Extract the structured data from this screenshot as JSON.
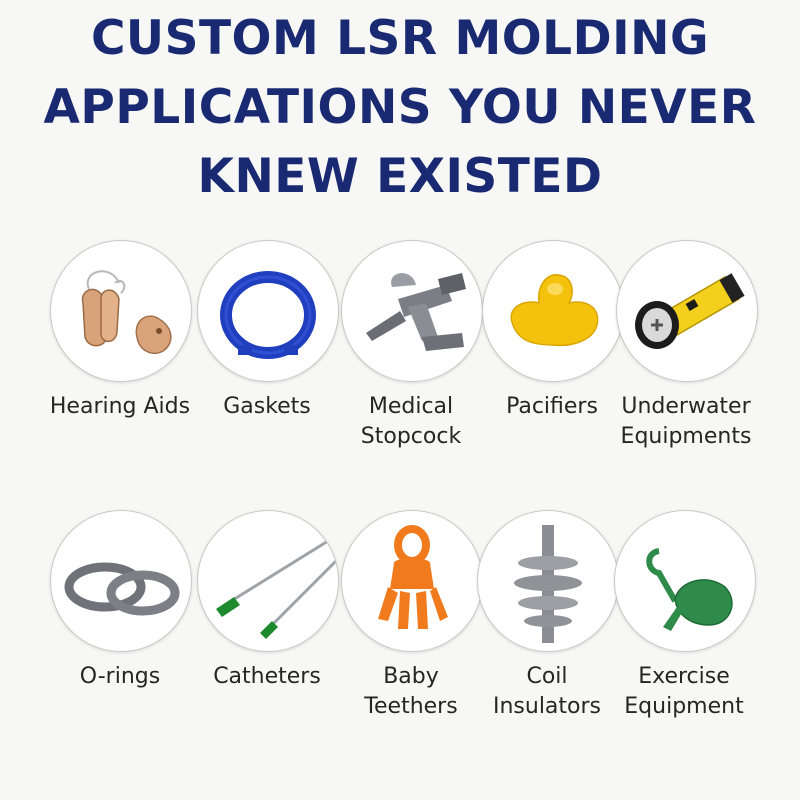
{
  "title": {
    "line1": "CUSTOM LSR MOLDING",
    "line2": "APPLICATIONS YOU NEVER",
    "line3": "KNEW EXISTED"
  },
  "items": [
    {
      "line1": "Hearing Aids",
      "line2": "",
      "icon": "hearing-aids-icon"
    },
    {
      "line1": "Gaskets",
      "line2": "",
      "icon": "gasket-ring-icon"
    },
    {
      "line1": "Medical",
      "line2": "Stopcock",
      "icon": "stopcock-icon"
    },
    {
      "line1": "Pacifiers",
      "line2": "",
      "icon": "pacifier-icon"
    },
    {
      "line1": "Underwater",
      "line2": "Equipments",
      "icon": "flashlight-icon"
    },
    {
      "line1": "O-rings",
      "line2": "",
      "icon": "o-rings-icon"
    },
    {
      "line1": "Catheters",
      "line2": "",
      "icon": "catheter-icon"
    },
    {
      "line1": "Baby",
      "line2": "Teethers",
      "icon": "teether-icon"
    },
    {
      "line1": "Coil",
      "line2": "Insulators",
      "icon": "insulator-icon"
    },
    {
      "line1": "Exercise",
      "line2": "Equipment",
      "icon": "exercise-bulb-icon"
    }
  ],
  "colors": {
    "title": "#1a2a72",
    "gasket": "#1f3fbf",
    "pacifier": "#f4c20d",
    "flashlight": "#f2d01c",
    "teether": "#f07a1c",
    "catheter": "#1e8a2e",
    "exercise": "#2e8b4a"
  }
}
